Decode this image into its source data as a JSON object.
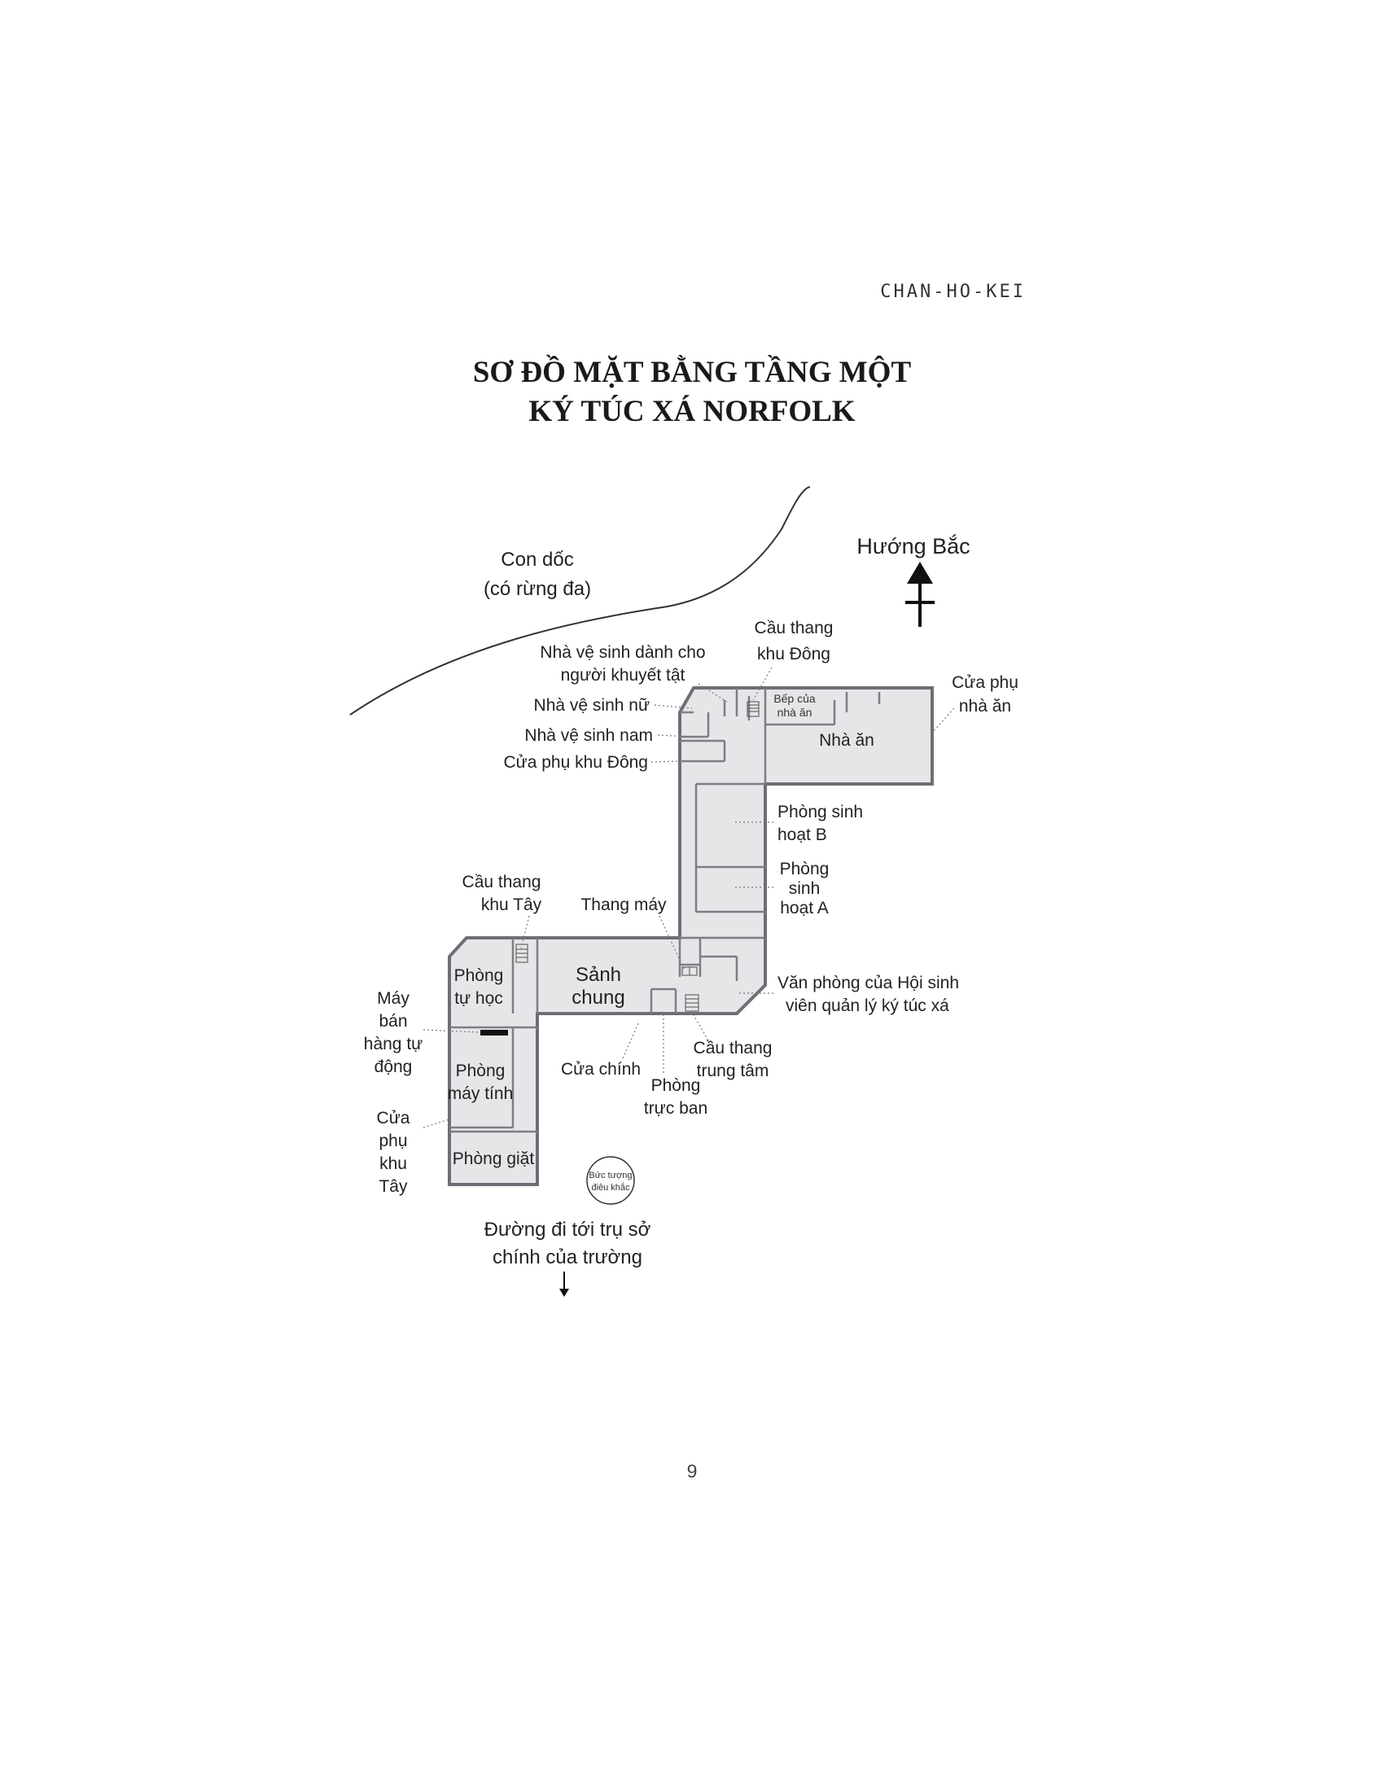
{
  "header": {
    "author": "CHAN-HO-KEI"
  },
  "title": {
    "line1": "SƠ ĐỒ MẶT BẰNG TẦNG MỘT",
    "line2": "KÝ TÚC XÁ NORFOLK"
  },
  "compass": {
    "label": "Hướng Bắc"
  },
  "slope": {
    "line1": "Con dốc",
    "line2": "(có rừng đa)"
  },
  "rooms": {
    "dining": "Nhà ăn",
    "kitchen_1": "Bếp của",
    "kitchen_2": "nhà ăn",
    "lobby_1": "Sảnh",
    "lobby_2": "chung",
    "study_1": "Phòng",
    "study_2": "tự học",
    "computer_1": "Phòng",
    "computer_2": "máy tính",
    "laundry": "Phòng giặt",
    "statue_1": "Bức tượng",
    "statue_2": "điêu khắc"
  },
  "labels": {
    "toilet_disabled_1": "Nhà vệ sinh dành cho",
    "toilet_disabled_2": "người khuyết tật",
    "toilet_female": "Nhà vệ sinh nữ",
    "toilet_male": "Nhà vệ sinh nam",
    "east_side_door": "Cửa phụ khu Đông",
    "east_stairs_1": "Cầu thang",
    "east_stairs_2": "khu Đông",
    "dining_side_door_1": "Cửa phụ",
    "dining_side_door_2": "nhà ăn",
    "activity_b_1": "Phòng sinh",
    "activity_b_2": "hoạt B",
    "activity_a_1": "Phòng",
    "activity_a_2": "sinh",
    "activity_a_3": "hoạt A",
    "west_stairs_1": "Cầu thang",
    "west_stairs_2": "khu Tây",
    "elevator": "Thang máy",
    "office_1": "Văn phòng của Hội sinh",
    "office_2": "viên quản lý ký túc xá",
    "vending_1": "Máy",
    "vending_2": "bán",
    "vending_3": "hàng tự",
    "vending_4": "động",
    "main_door": "Cửa chính",
    "central_stairs_1": "Cầu thang",
    "central_stairs_2": "trung tâm",
    "duty_room_1": "Phòng",
    "duty_room_2": "trực ban",
    "west_side_door_1": "Cửa",
    "west_side_door_2": "phụ",
    "west_side_door_3": "khu",
    "west_side_door_4": "Tây",
    "road_1": "Đường đi tới trụ sở",
    "road_2": "chính của trường"
  },
  "page_number": "9"
}
